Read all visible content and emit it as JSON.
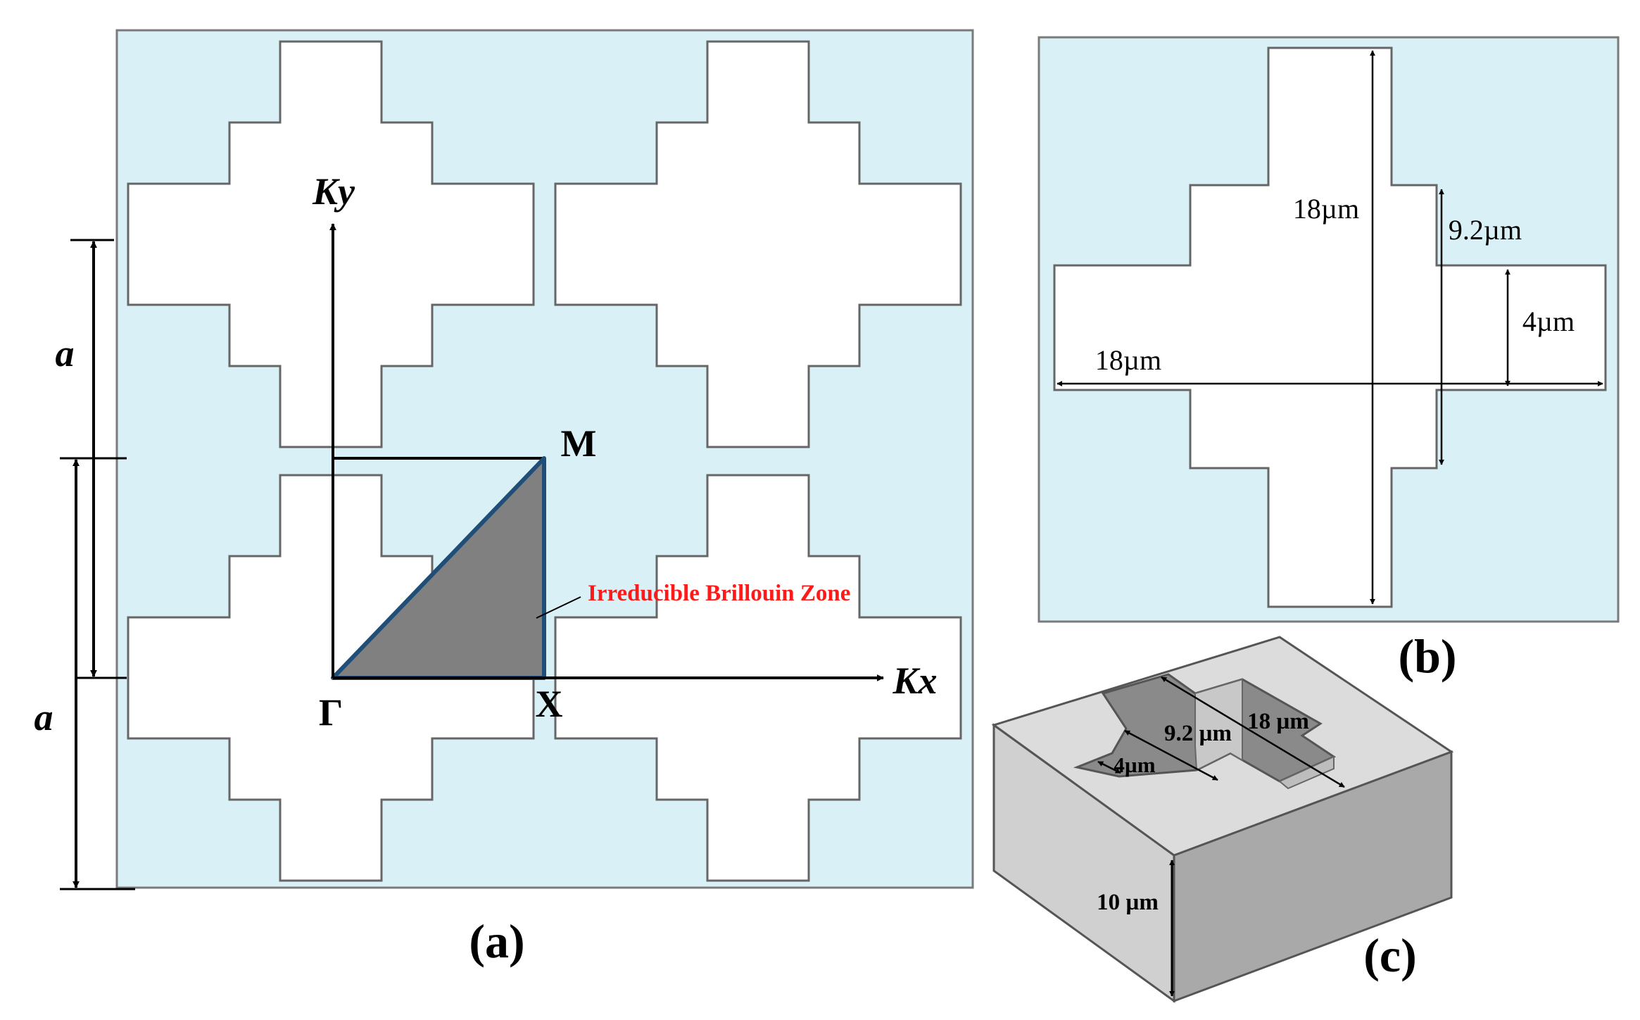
{
  "panel_a": {
    "caption": "(a)",
    "axis_ky": "Ky",
    "axis_kx": "Kx",
    "point_gamma": "Γ",
    "point_x": "X",
    "point_m": "M",
    "ibz_label": "Irreducible Brillouin Zone",
    "lattice_upper": "a",
    "lattice_lower": "a"
  },
  "panel_b": {
    "caption": "(b)",
    "dim_length": "18µm",
    "dim_width": "18µm",
    "dim_middle": "9.2µm",
    "dim_arm": "4µm"
  },
  "panel_c": {
    "caption": "(c)",
    "dim_length": "18 µm",
    "dim_middle": "9.2 µm",
    "dim_arm": "4µm",
    "dim_height": "10 µm"
  },
  "colors": {
    "substrate": "#d9f0f6",
    "ibz_fill": "#808080",
    "ibz_stroke": "#1f4e79",
    "ibz_label": "#ff1a1a",
    "block_top": "#dcdcdc",
    "block_left": "#d0d0d0",
    "block_right": "#a9a9a9",
    "hole": "#8a8a8a"
  }
}
